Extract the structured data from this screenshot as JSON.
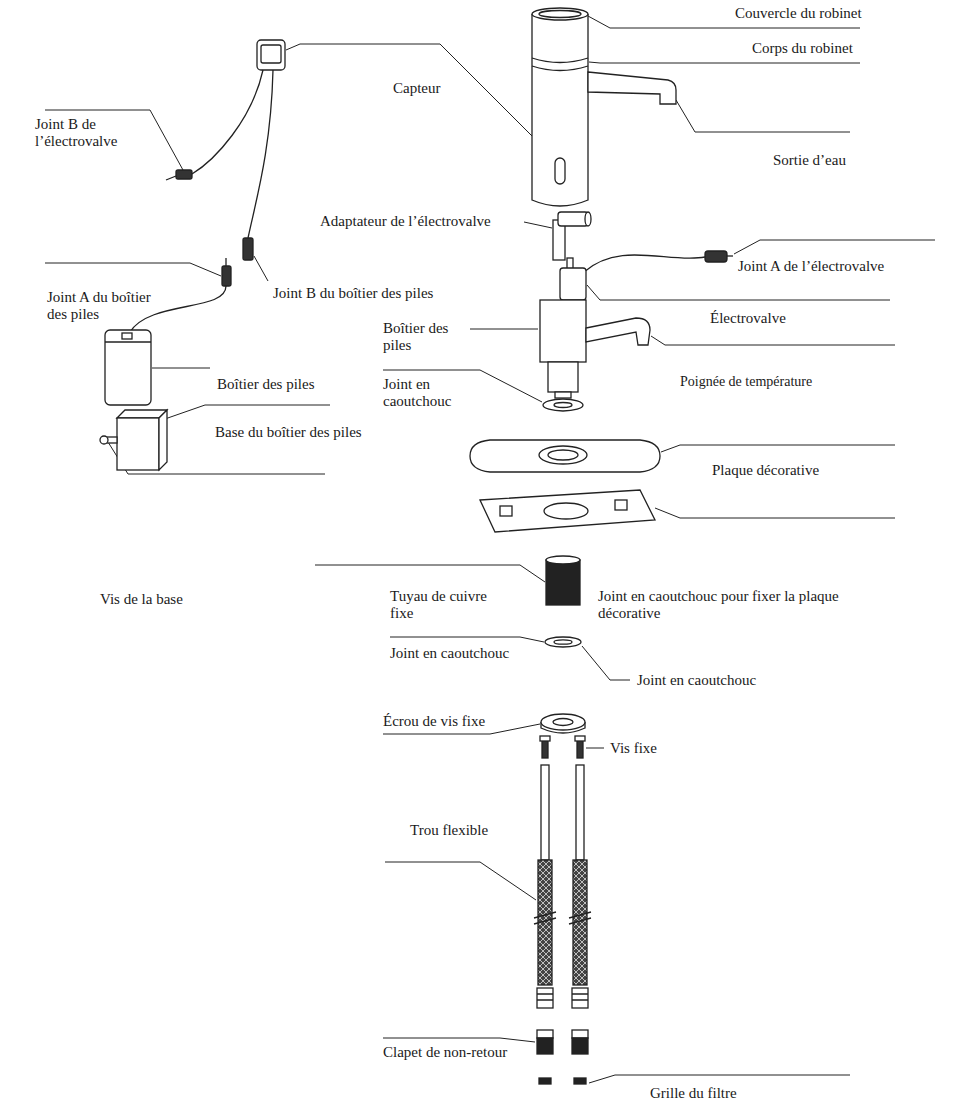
{
  "diagram": {
    "labels": [
      "Couvercle du robinet",
      "Corps du robinet",
      "Joint B de l’électrovalve",
      "Capteur",
      "Sortie d’eau",
      "Adaptateur de l’électrovalve",
      "Joint A de l’électrovalve",
      "Joint B du boîtier des piles",
      "Joint A du boîtier des piles",
      "Boîtier des piles",
      "Électrovalve",
      "Poignée de température",
      "Joint en caoutchouc",
      "Boîtier des piles",
      "Base du boîtier des piles",
      "Plaque décorative",
      "Vis de la base",
      "Tuyau de cuivre fixe",
      "Joint en caoutchouc pour fixer la plaque décorative",
      "Joint en caoutchouc",
      "Joint en caoutchouc",
      "Écrou de vis fixe",
      "Vis fixe",
      "Trou flexible",
      "Clapet de non-retour",
      "Grille du filtre"
    ]
  }
}
